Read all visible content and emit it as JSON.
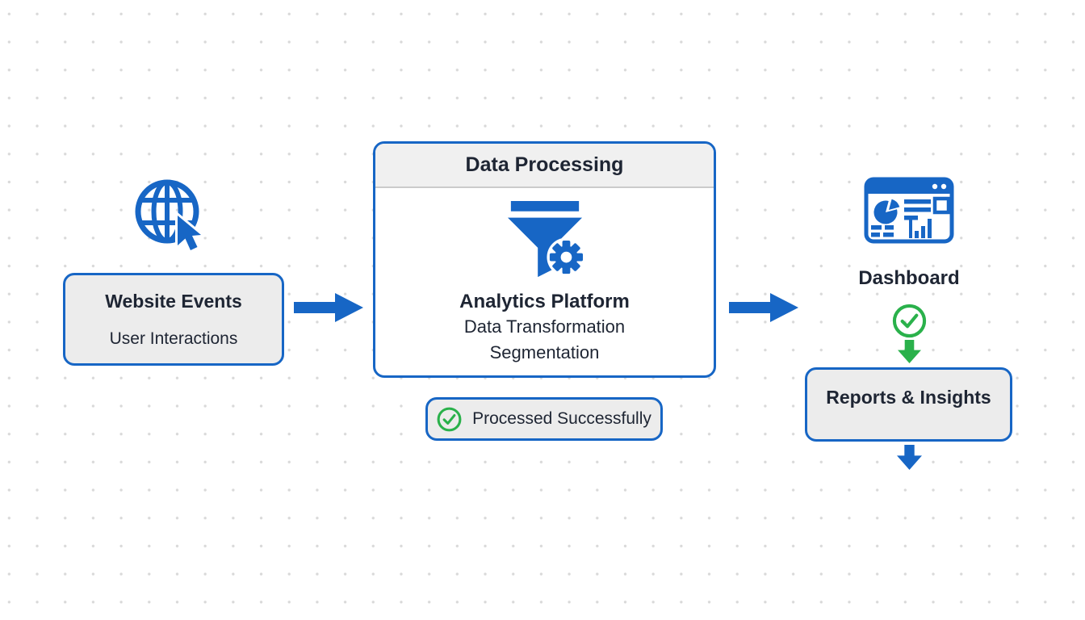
{
  "colors": {
    "blue": "#1766C5",
    "green": "#2AB14B",
    "text_dark": "#1E2533",
    "node_fill": "#ECECEC",
    "panel_header_fill": "#F0F0F0"
  },
  "source_node": {
    "icon": "globe-cursor-icon",
    "title": "Website Events",
    "subtitle": "User Interactions"
  },
  "processing_node": {
    "header": "Data Processing",
    "icon": "funnel-gear-icon",
    "title": "Analytics Platform",
    "line1": "Data Transformation",
    "line2": "Segmentation"
  },
  "status_badge": {
    "icon": "check-circle-icon",
    "label": "Processed Successfully"
  },
  "output_node": {
    "icon": "dashboard-icon",
    "label": "Dashboard",
    "status_icon": "check-circle-icon"
  },
  "reports_node": {
    "title": "Reports & Insights"
  }
}
